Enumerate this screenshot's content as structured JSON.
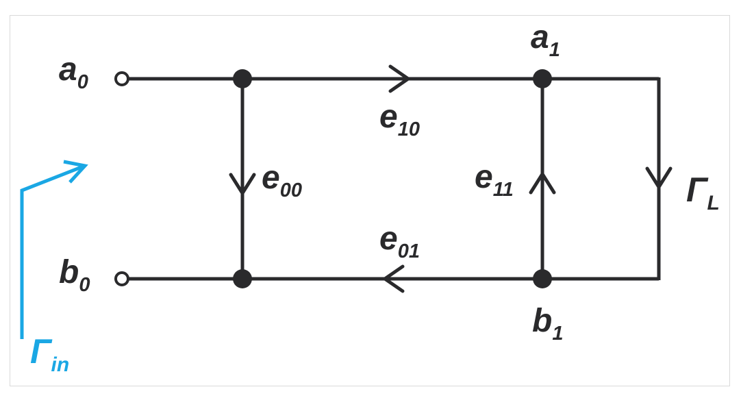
{
  "colors": {
    "ink": "#2a2a2c",
    "accent": "#1aa7e4",
    "frame": "#d9d9d9"
  },
  "labels": {
    "a0": {
      "main": "a",
      "sub": "0"
    },
    "b0": {
      "main": "b",
      "sub": "0"
    },
    "a1": {
      "main": "a",
      "sub": "1"
    },
    "b1": {
      "main": "b",
      "sub": "1"
    },
    "e10": {
      "main": "e",
      "sub": "10"
    },
    "e00": {
      "main": "e",
      "sub": "00"
    },
    "e11": {
      "main": "e",
      "sub": "11"
    },
    "e01": {
      "main": "e",
      "sub": "01"
    },
    "gammaL": {
      "main": "Γ",
      "sub": "L"
    },
    "gammaIn": {
      "main": "Γ",
      "sub": "in"
    }
  }
}
